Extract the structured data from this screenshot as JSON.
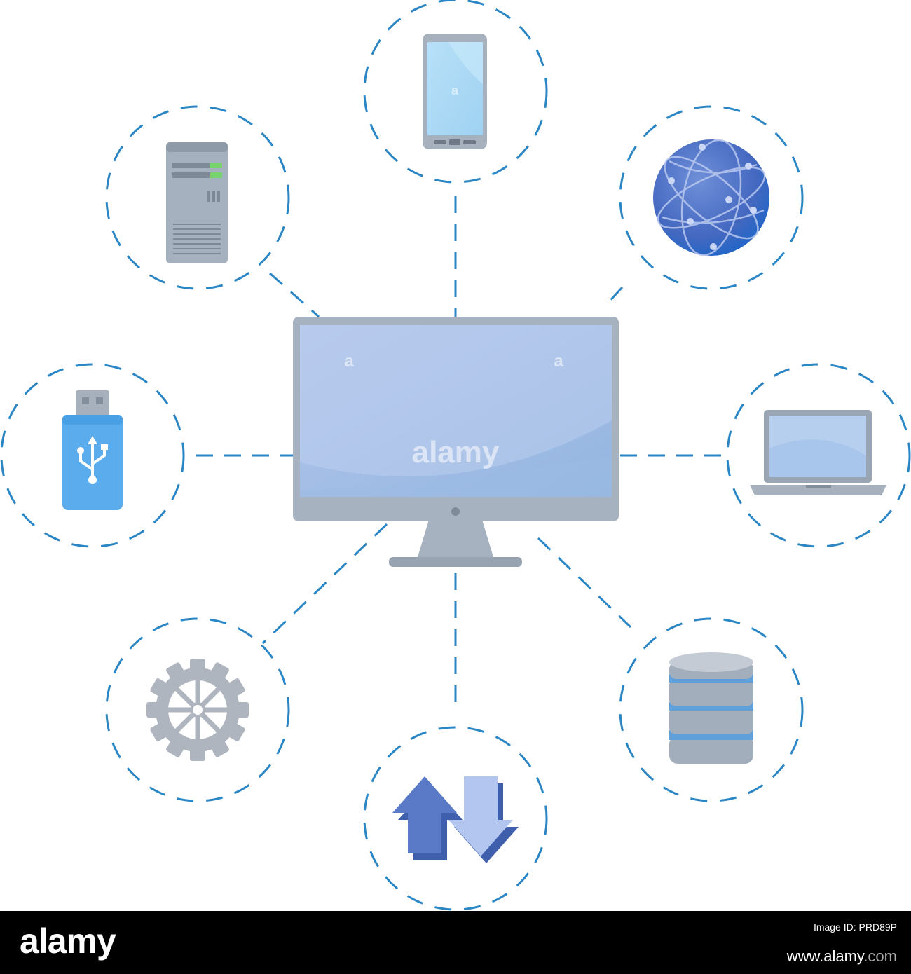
{
  "watermark": {
    "center_text": "alamy",
    "small_mark": "a"
  },
  "stock_bar": {
    "logo": "alamy",
    "image_id_label": "Image ID: PRD89P",
    "site_prefix": "www.",
    "site_brand": "alamy",
    "site_suffix": ".com"
  },
  "colors": {
    "dash": "#2a86c4",
    "screen": "#adc4ea",
    "bezel": "#a7b2c0",
    "globe": "#4a6fc4",
    "arrow_up": "#4f72c2",
    "arrow_down": "#aec4ee"
  },
  "nodes": [
    {
      "id": "smartphone",
      "icon": "smartphone-icon"
    },
    {
      "id": "server-tower",
      "icon": "server-tower-icon"
    },
    {
      "id": "globe-network",
      "icon": "globe-network-icon"
    },
    {
      "id": "usb-drive",
      "icon": "usb-drive-icon"
    },
    {
      "id": "laptop",
      "icon": "laptop-icon"
    },
    {
      "id": "gear",
      "icon": "gear-icon"
    },
    {
      "id": "database",
      "icon": "database-icon"
    },
    {
      "id": "sync-arrows",
      "icon": "sync-arrows-icon"
    },
    {
      "id": "desktop-monitor",
      "icon": "desktop-monitor-icon"
    }
  ]
}
